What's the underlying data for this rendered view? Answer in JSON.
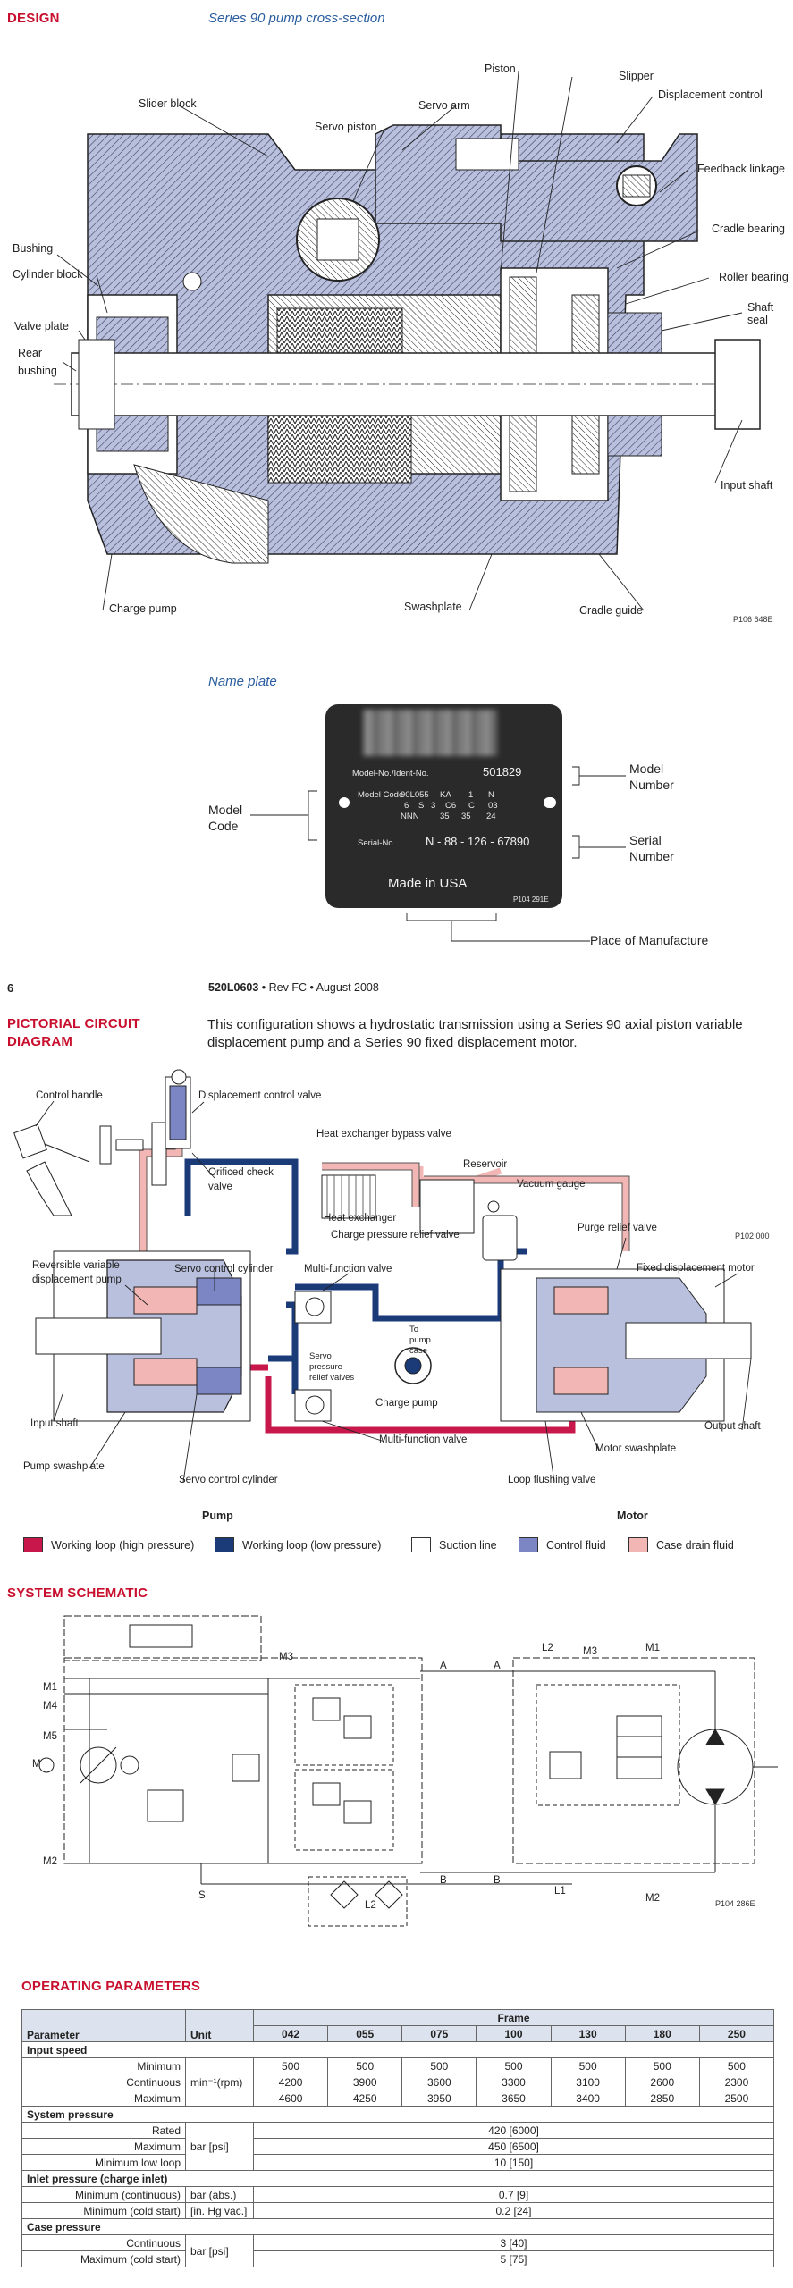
{
  "design": {
    "section_title": "DESIGN",
    "cross_section_title": "Series 90 pump cross-section",
    "labels": {
      "piston": "Piston",
      "slipper": "Slipper",
      "displacement_control": "Displacement control",
      "slider_block": "Slider block",
      "servo_arm": "Servo arm",
      "servo_piston": "Servo piston",
      "feedback_linkage": "Feedback linkage",
      "cradle_bearing": "Cradle bearing",
      "bushing": "Bushing",
      "cylinder_block": "Cylinder block",
      "roller_bearing": "Roller bearing",
      "shaft_seal_1": "Shaft",
      "shaft_seal_2": "seal",
      "valve_plate": "Valve plate",
      "rear_bushing_1": "Rear",
      "rear_bushing_2": "bushing",
      "input_shaft": "Input shaft",
      "charge_pump": "Charge pump",
      "swashplate": "Swashplate",
      "cradle_guide": "Cradle guide"
    },
    "figure_code": "P106 648E"
  },
  "nameplate": {
    "title": "Name plate",
    "model_no_label": "Model-No./Ident-No.",
    "model_no_value": "501829",
    "model_code_label": "Model Code",
    "code_row1": [
      "90L055",
      "KA",
      "1",
      "N"
    ],
    "code_row2": [
      "6",
      "S",
      "3",
      "C6",
      "C",
      "03"
    ],
    "code_row3": [
      "NNN",
      "35",
      "35",
      "24"
    ],
    "serial_label": "Serial-No.",
    "serial_value": "N - 88 - 126 - 67890",
    "made_in": "Made in USA",
    "figure_code": "P104 291E",
    "callout_model_number_1": "Model",
    "callout_model_number_2": "Number",
    "callout_model_code_1": "Model",
    "callout_model_code_2": "Code",
    "callout_serial_1": "Serial",
    "callout_serial_2": "Number",
    "callout_place": "Place of Manufacture"
  },
  "page": {
    "number": "6",
    "doc_code": "520L0603",
    "doc_rest": " • Rev FC • August 2008"
  },
  "pictorial": {
    "title_line1": "PICTORIAL CIRCUIT",
    "title_line2": "DIAGRAM",
    "intro": "This configuration shows a hydrostatic transmission using a Series 90 axial piston variable displacement pump and a Series 90 fixed displacement motor.",
    "labels": {
      "control_handle": "Control handle",
      "displacement_control_valve": "Displacement control valve",
      "heat_exchanger_bypass_valve": "Heat exchanger bypass valve",
      "reservoir": "Reservoir",
      "orificed_check_1": "Orificed check",
      "orificed_check_2": "valve",
      "vacuum_gauge": "Vacuum gauge",
      "heat_exchanger": "Heat exchanger",
      "charge_pressure_relief_valve": "Charge pressure relief valve",
      "purge_relief_valve": "Purge relief valve",
      "reversible_1": "Reversible variable",
      "reversible_2": "displacement pump",
      "servo_control_cylinder_top": "Servo control cylinder",
      "multi_function_valve_top": "Multi-function valve",
      "fixed_displacement_motor": "Fixed displacement motor",
      "to_pump_case_1": "To",
      "to_pump_case_2": "pump",
      "to_pump_case_3": "case",
      "servo_relief_1": "Servo",
      "servo_relief_2": "pressure",
      "servo_relief_3": "relief valves",
      "input_shaft": "Input shaft",
      "charge_pump": "Charge pump",
      "output_shaft": "Output shaft",
      "multi_function_valve_bottom": "Multi-function valve",
      "motor_swashplate": "Motor swashplate",
      "pump_swashplate": "Pump swashplate",
      "servo_control_cylinder_bottom": "Servo control cylinder",
      "loop_flushing_valve": "Loop flushing valve"
    },
    "figure_code": "P102 000",
    "pump_heading": "Pump",
    "motor_heading": "Motor",
    "legend": [
      {
        "label": "Working loop (high pressure)",
        "color": "#c8174a"
      },
      {
        "label": "Working loop (low pressure)",
        "color": "#1b3a78"
      },
      {
        "label": "Suction line",
        "color": "#ffffff"
      },
      {
        "label": "Control fluid",
        "color": "#7c86c4"
      },
      {
        "label": "Case drain fluid",
        "color": "#f2b6b4"
      }
    ]
  },
  "schematic": {
    "title": "SYSTEM SCHEMATIC",
    "ports": {
      "m1": "M1",
      "m4": "M4",
      "m5": "M5",
      "m": "M",
      "m2": "M2",
      "m3": "M3",
      "a1": "A",
      "a2": "A",
      "b1": "B",
      "b2": "B",
      "s": "S",
      "l2": "L2",
      "l2_motor": "L2",
      "m3_motor": "M3",
      "m1_motor": "M1",
      "l1": "L1",
      "m2_motor": "M2"
    },
    "figure_code": "P104 286E"
  },
  "operating": {
    "title": "OPERATING PARAMETERS",
    "frame_header": "Frame",
    "param_header": "Parameter",
    "unit_header": "Unit",
    "frames": [
      "042",
      "055",
      "075",
      "100",
      "130",
      "180",
      "250"
    ],
    "groups": {
      "input_speed": "Input speed",
      "system_pressure": "System pressure",
      "inlet_pressure": "Inlet pressure (charge inlet)",
      "case_pressure": "Case pressure"
    },
    "rows": {
      "minimum": {
        "label": "Minimum",
        "values": [
          "500",
          "500",
          "500",
          "500",
          "500",
          "500",
          "500"
        ]
      },
      "continuous": {
        "label": "Continuous",
        "unit": "min⁻¹(rpm)",
        "values": [
          "4200",
          "3900",
          "3600",
          "3300",
          "3100",
          "2600",
          "2300"
        ]
      },
      "maximum": {
        "label": "Maximum",
        "values": [
          "4600",
          "4250",
          "3950",
          "3650",
          "3400",
          "2850",
          "2500"
        ]
      },
      "rated": {
        "label": "Rated",
        "value": "420 [6000]"
      },
      "sp_maximum": {
        "label": "Maximum",
        "unit": "bar [psi]",
        "value": "450 [6500]"
      },
      "min_low_loop": {
        "label": "Minimum low loop",
        "value": "10 [150]"
      },
      "min_cont": {
        "label": "Minimum (continuous)",
        "unit": "bar (abs.)",
        "value": "0.7 [9]"
      },
      "min_cold": {
        "label": "Minimum (cold start)",
        "unit": "[in. Hg vac.]",
        "value": "0.2 [24]"
      },
      "cp_cont": {
        "label": "Continuous",
        "unit": "bar [psi]",
        "value": "3 [40]"
      },
      "cp_max_cold": {
        "label": "Maximum (cold start)",
        "value": "5 [75]"
      }
    }
  },
  "colors": {
    "section_red": "#c8102e",
    "subtitle_blue": "#2a5d9f",
    "section_fill": "#b9c0de",
    "high_pressure": "#c8174a",
    "low_pressure": "#1b3a78",
    "control_fluid": "#7c86c4",
    "case_drain": "#f2b6b4",
    "table_header": "#dde3ee"
  }
}
